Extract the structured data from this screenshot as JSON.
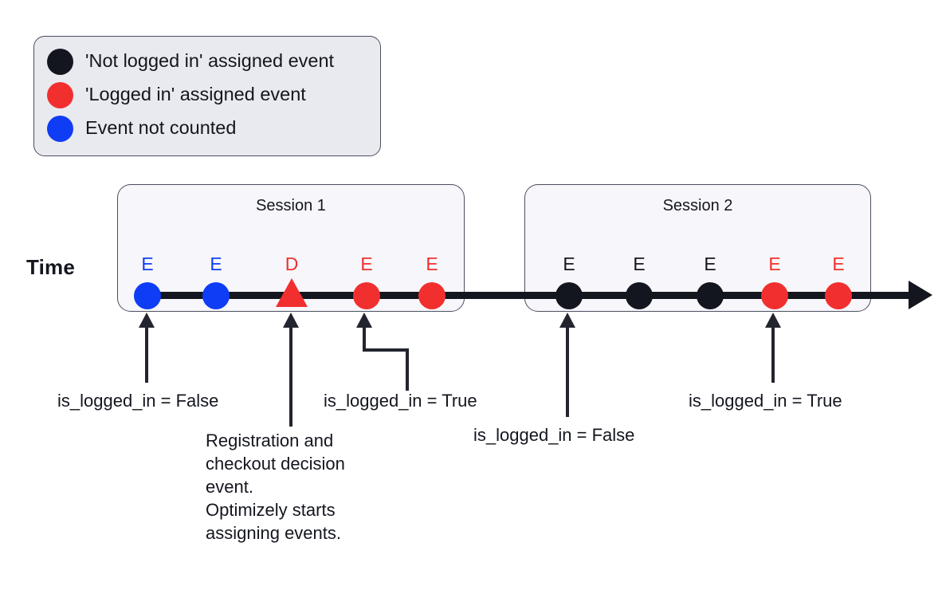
{
  "diagram": {
    "time_axis_label": "Time",
    "legend": {
      "items": [
        {
          "color": "#14161f",
          "icon": "black-circle-icon",
          "label": "'Not logged in' assigned event"
        },
        {
          "color": "#f22f2f",
          "icon": "red-circle-icon",
          "label": "'Logged in' assigned event"
        },
        {
          "color": "#0f3df5",
          "icon": "blue-circle-icon",
          "label": "Event not counted"
        }
      ]
    },
    "colors": {
      "black": "#14161f",
      "red": "#f22f2f",
      "blue": "#0f3df5",
      "legend_bg": "#e9eaef",
      "session_bg": "#f7f7fb",
      "stroke": "#4a4f5e"
    },
    "sessions": [
      {
        "title": "Session 1",
        "events": [
          {
            "letter": "E",
            "shape": "circle",
            "color": "#0f3df5"
          },
          {
            "letter": "E",
            "shape": "circle",
            "color": "#0f3df5"
          },
          {
            "letter": "D",
            "shape": "triangle",
            "color": "#f22f2f"
          },
          {
            "letter": "E",
            "shape": "circle",
            "color": "#f22f2f"
          },
          {
            "letter": "E",
            "shape": "circle",
            "color": "#f22f2f"
          }
        ]
      },
      {
        "title": "Session 2",
        "events": [
          {
            "letter": "E",
            "shape": "circle",
            "color": "#14161f"
          },
          {
            "letter": "E",
            "shape": "circle",
            "color": "#14161f"
          },
          {
            "letter": "E",
            "shape": "circle",
            "color": "#14161f"
          },
          {
            "letter": "E",
            "shape": "circle",
            "color": "#f22f2f"
          },
          {
            "letter": "E",
            "shape": "circle",
            "color": "#f22f2f"
          }
        ]
      }
    ],
    "annotations": [
      {
        "id": "a1",
        "text": "is_logged_in = False"
      },
      {
        "id": "a2",
        "text": "Registration and\ncheckout decision\nevent.\nOptimizely starts\nassigning events.",
        "lines": [
          "Registration and",
          "checkout decision",
          "event.",
          "Optimizely starts",
          "assigning events."
        ]
      },
      {
        "id": "a3",
        "text": "is_logged_in = True"
      },
      {
        "id": "a4",
        "text": "is_logged_in = False"
      },
      {
        "id": "a5",
        "text": "is_logged_in = True"
      }
    ]
  }
}
